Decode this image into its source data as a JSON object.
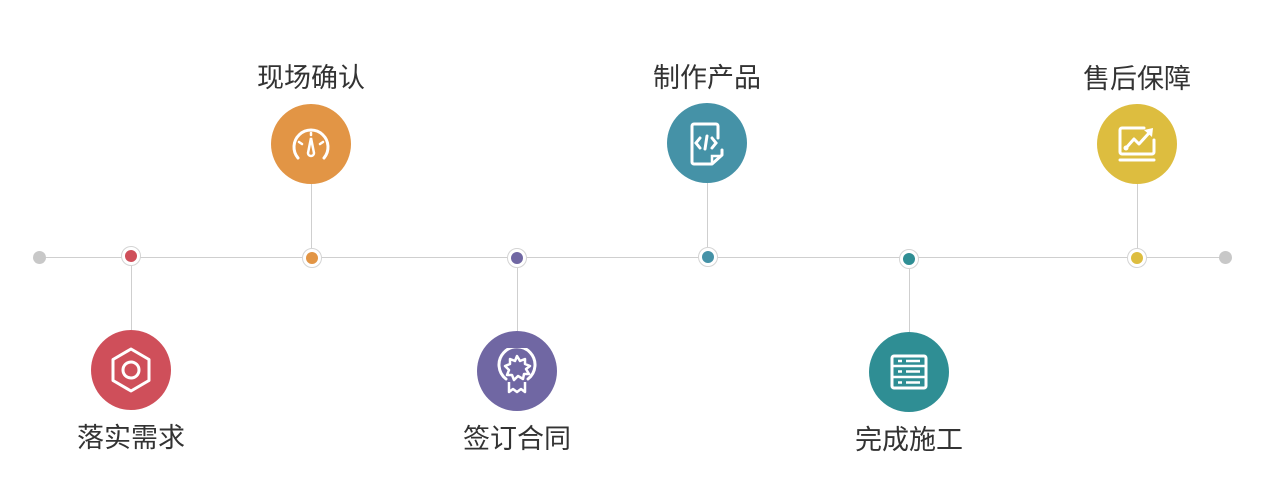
{
  "steps": [
    {
      "label": "落实需求",
      "color": "#CF4F5A",
      "icon": "hexagon-nut-icon"
    },
    {
      "label": "现场确认",
      "color": "#E29545",
      "icon": "gauge-icon"
    },
    {
      "label": "签订合同",
      "color": "#7067A3",
      "icon": "award-badge-icon"
    },
    {
      "label": "制作产品",
      "color": "#4592A7",
      "icon": "code-file-icon"
    },
    {
      "label": "完成施工",
      "color": "#2F8E94",
      "icon": "server-list-icon"
    },
    {
      "label": "售后保障",
      "color": "#DDBD3F",
      "icon": "trend-chart-icon"
    }
  ]
}
